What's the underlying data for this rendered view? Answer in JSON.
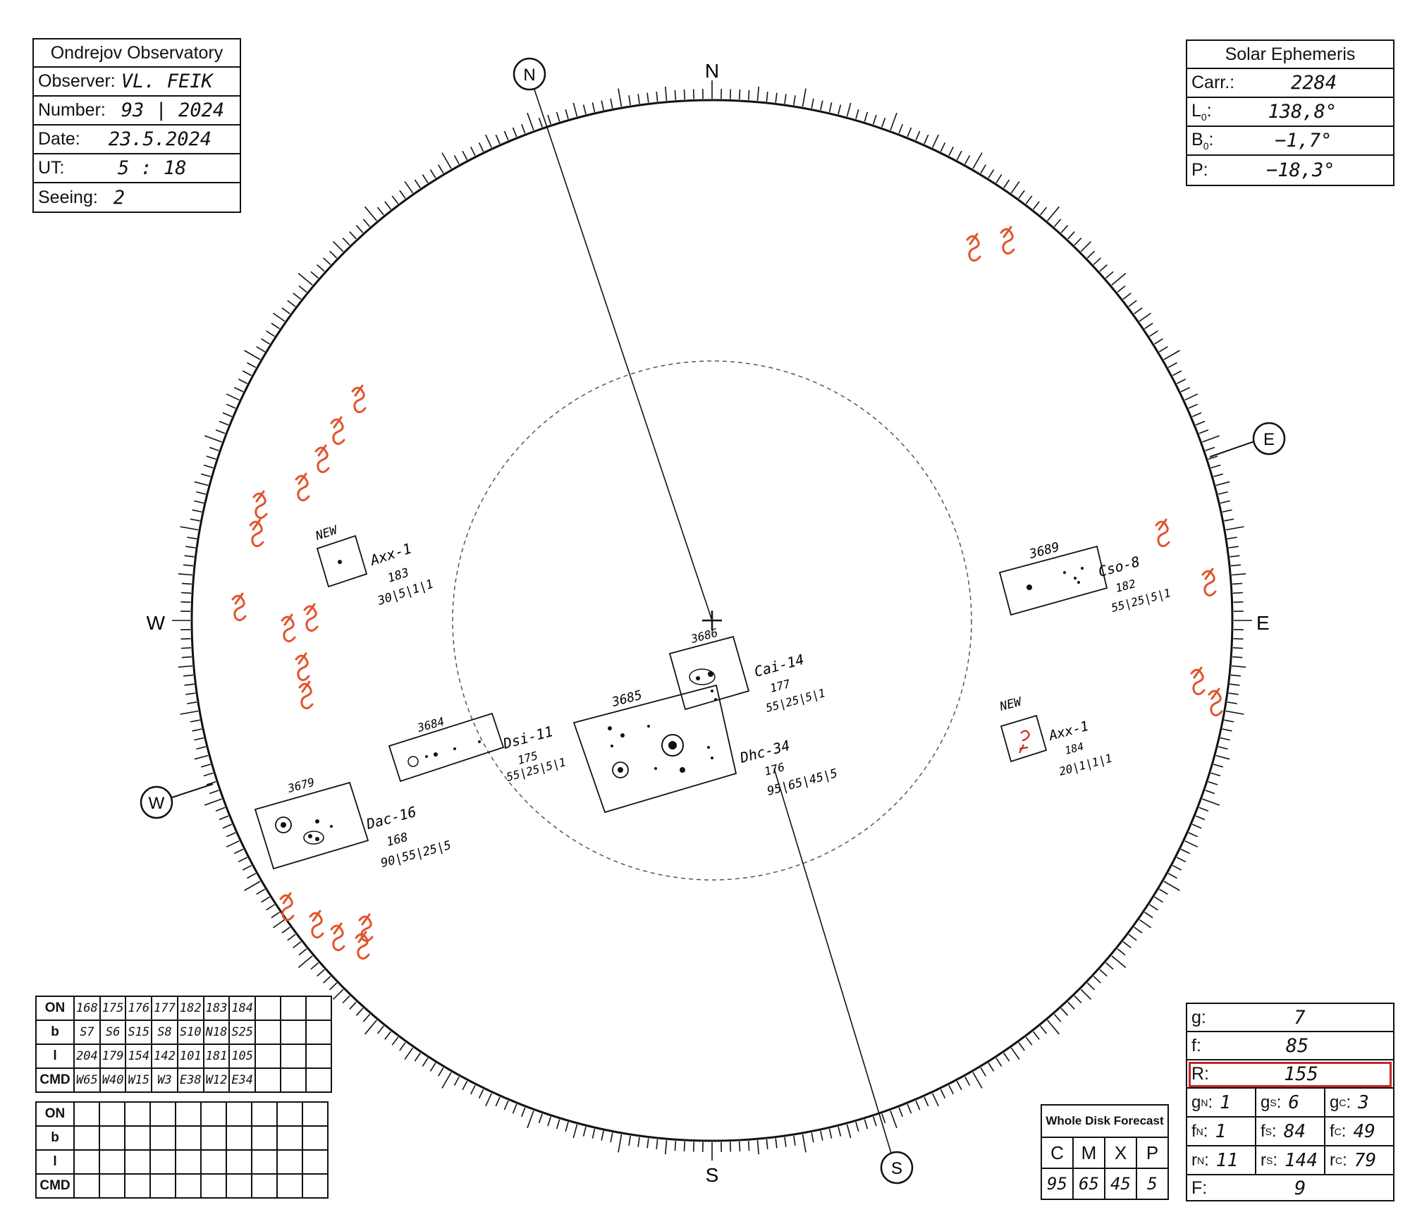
{
  "header": {
    "title": "Ondrejov Observatory",
    "observer_label": "Observer:",
    "observer": "VL. FEIK",
    "number_label": "Number:",
    "number": "93 | 2024",
    "date_label": "Date:",
    "date": "23.5.2024",
    "ut_label": "UT:",
    "ut": "5 : 18",
    "seeing_label": "Seeing:",
    "seeing": "2"
  },
  "ephemeris": {
    "title": "Solar Ephemeris",
    "carr_label": "Carr.:",
    "carr": "2284",
    "l0_label": "L",
    "l0_sub": "0",
    "l0": "138,8°",
    "b0_label": "B",
    "b0_sub": "0",
    "b0": "−1,7°",
    "p_label": "P:",
    "p": "−18,3°"
  },
  "directions": {
    "n": "N",
    "s": "S",
    "e": "E",
    "w": "W",
    "n_circle": "N",
    "s_circle": "S",
    "e_circle": "E",
    "w_circle": "W"
  },
  "groups": [
    {
      "number": "",
      "new": "NEW",
      "class": "Axx-1",
      "cmd": "183",
      "areas": "30|5|1|1"
    },
    {
      "number": "3689",
      "new": "",
      "class": "Cso-8",
      "cmd": "182",
      "areas": "55|25|5|1"
    },
    {
      "number": "3686",
      "new": "",
      "class": "Cai-14",
      "cmd": "177",
      "areas": "55|25|5|1"
    },
    {
      "number": "3685",
      "new": "",
      "class": "Dhc-34",
      "cmd": "176",
      "areas": "95|65|45|5"
    },
    {
      "number": "3684",
      "new": "",
      "class": "Dsi-11",
      "cmd": "175",
      "areas": "55|25|5|1"
    },
    {
      "number": "3679",
      "new": "",
      "class": "Dac-16",
      "cmd": "168",
      "areas": "90|55|25|5"
    },
    {
      "number": "",
      "new": "NEW",
      "class": "Axx-1",
      "cmd": "184",
      "areas": "20|1|1|1"
    }
  ],
  "table1": {
    "rows": [
      {
        "head": "ON",
        "cells": [
          "168",
          "175",
          "176",
          "177",
          "182",
          "183",
          "184",
          "",
          "",
          ""
        ]
      },
      {
        "head": "b",
        "cells": [
          "S7",
          "S6",
          "S15",
          "S8",
          "S10",
          "N18",
          "S25",
          "",
          "",
          ""
        ]
      },
      {
        "head": "l",
        "cells": [
          "204",
          "179",
          "154",
          "142",
          "101",
          "181",
          "105",
          "",
          "",
          ""
        ]
      },
      {
        "head": "CMD",
        "cells": [
          "W65",
          "W40",
          "W15",
          "W3",
          "E38",
          "W12",
          "E34",
          "",
          "",
          ""
        ]
      }
    ]
  },
  "table2": {
    "rows": [
      {
        "head": "ON",
        "cells": [
          "",
          "",
          "",
          "",
          "",
          "",
          "",
          "",
          "",
          ""
        ]
      },
      {
        "head": "b",
        "cells": [
          "",
          "",
          "",
          "",
          "",
          "",
          "",
          "",
          "",
          ""
        ]
      },
      {
        "head": "l",
        "cells": [
          "",
          "",
          "",
          "",
          "",
          "",
          "",
          "",
          "",
          ""
        ]
      },
      {
        "head": "CMD",
        "cells": [
          "",
          "",
          "",
          "",
          "",
          "",
          "",
          "",
          "",
          ""
        ]
      }
    ]
  },
  "forecast": {
    "title": "Whole Disk Forecast",
    "labels": [
      "C",
      "M",
      "X",
      "P"
    ],
    "values": [
      "95",
      "65",
      "45",
      "5"
    ]
  },
  "counts": {
    "g_label": "g:",
    "g": "7",
    "f_label": "f:",
    "f": "85",
    "r_label": "R:",
    "r": "155",
    "gn": "1",
    "gs": "6",
    "gc": "3",
    "fn": "1",
    "fs": "84",
    "fc": "49",
    "rn": "11",
    "rs": "144",
    "rc": "79",
    "F_label": "F:",
    "F": "9"
  },
  "colors": {
    "ink": "#111111",
    "facula": "#e0542a",
    "highlight": "#c62828"
  }
}
